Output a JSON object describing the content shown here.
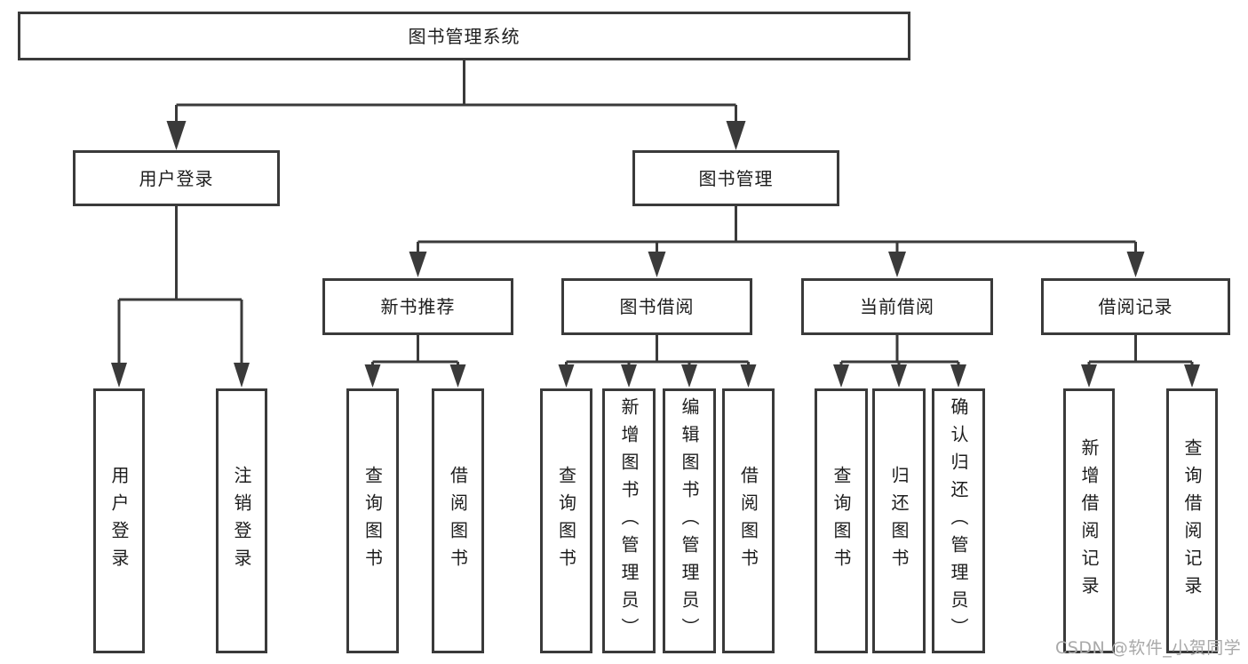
{
  "diagram": {
    "type": "functional-structure-tree",
    "nodes": {
      "root": {
        "label": "图书管理系统"
      },
      "user_login": {
        "label": "用户登录"
      },
      "book_mgmt": {
        "label": "图书管理"
      },
      "new_book_rec": {
        "label": "新书推荐"
      },
      "book_borrow": {
        "label": "图书借阅"
      },
      "current_borrow": {
        "label": "当前借阅"
      },
      "borrow_records": {
        "label": "借阅记录"
      },
      "login_user": {
        "label": "用户登录"
      },
      "logout": {
        "label": "注销登录"
      },
      "rec_query_book": {
        "label": "查询图书"
      },
      "rec_borrow_book": {
        "label": "借阅图书"
      },
      "bb_query_book": {
        "label": "查询图书"
      },
      "bb_add_book": {
        "label": "新增图书（管理员）"
      },
      "bb_edit_book": {
        "label": "编辑图书（管理员）"
      },
      "bb_borrow_book": {
        "label": "借阅图书"
      },
      "cb_query_book": {
        "label": "查询图书"
      },
      "cb_return_book": {
        "label": "归还图书"
      },
      "cb_confirm_return": {
        "label": "确认归还（管理员）"
      },
      "br_add_record": {
        "label": "新增借阅记录"
      },
      "br_query_record": {
        "label": "查询借阅记录"
      }
    },
    "edges": [
      [
        "root",
        "user_login"
      ],
      [
        "root",
        "book_mgmt"
      ],
      [
        "user_login",
        "login_user"
      ],
      [
        "user_login",
        "logout"
      ],
      [
        "book_mgmt",
        "new_book_rec"
      ],
      [
        "book_mgmt",
        "book_borrow"
      ],
      [
        "book_mgmt",
        "current_borrow"
      ],
      [
        "book_mgmt",
        "borrow_records"
      ],
      [
        "new_book_rec",
        "rec_query_book"
      ],
      [
        "new_book_rec",
        "rec_borrow_book"
      ],
      [
        "book_borrow",
        "bb_query_book"
      ],
      [
        "book_borrow",
        "bb_add_book"
      ],
      [
        "book_borrow",
        "bb_edit_book"
      ],
      [
        "book_borrow",
        "bb_borrow_book"
      ],
      [
        "current_borrow",
        "cb_query_book"
      ],
      [
        "current_borrow",
        "cb_return_book"
      ],
      [
        "current_borrow",
        "cb_confirm_return"
      ],
      [
        "borrow_records",
        "br_add_record"
      ],
      [
        "borrow_records",
        "br_query_record"
      ]
    ],
    "colors": {
      "line": "#3a3a3a",
      "text": "#1d1d1d",
      "background": "#ffffff",
      "watermark": "#a9a9a9"
    }
  },
  "watermark": {
    "text": "CSDN @软件_小贺同学"
  }
}
